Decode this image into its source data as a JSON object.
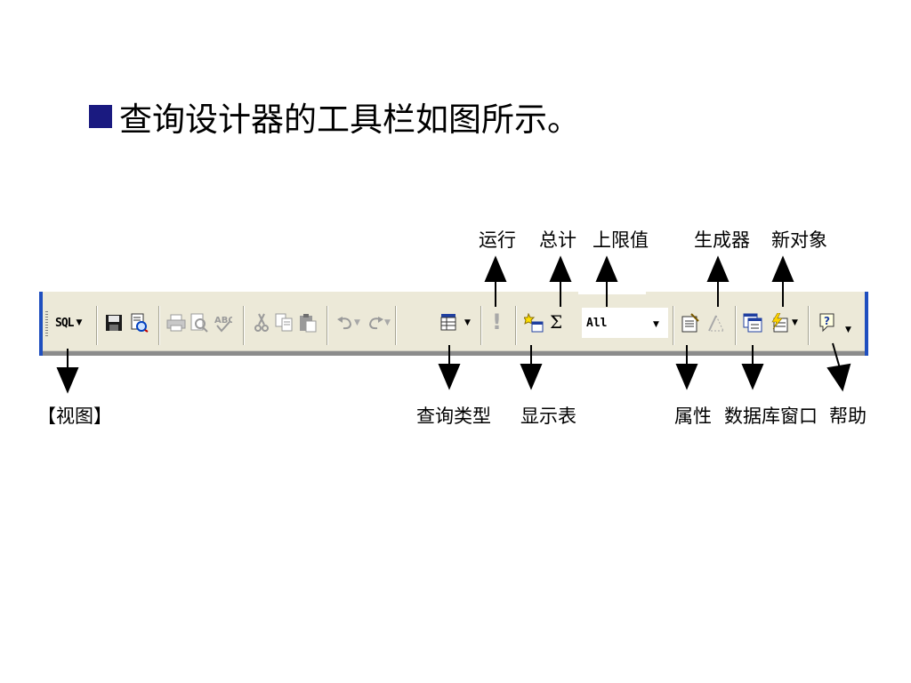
{
  "heading": {
    "text": "查询设计器的工具栏如图所示。"
  },
  "toolbar": {
    "view_button_label": "SQL",
    "top_values_value": "All",
    "buttons": [
      "save-icon",
      "print-icon",
      "print-preview-icon",
      "spelling-icon",
      "cut-icon",
      "copy-icon",
      "paste-icon",
      "undo-icon",
      "redo-icon",
      "query-type-icon",
      "run-icon",
      "show-table-icon",
      "totals-icon",
      "properties-icon",
      "build-icon",
      "database-window-icon",
      "new-object-icon",
      "help-icon"
    ]
  },
  "callouts": {
    "view": "【视图】",
    "query_type": "查询类型",
    "run": "运行",
    "show_table": "显示表",
    "totals": "总计",
    "top_values": "上限值",
    "properties": "属性",
    "builder": "生成器",
    "database_window": "数据库窗口",
    "new_object": "新对象",
    "help": "帮助"
  },
  "colors": {
    "bullet": "#1a1a80",
    "toolbar_bg": "#ece9d8",
    "toolbar_edge": "#1f4fbf"
  }
}
